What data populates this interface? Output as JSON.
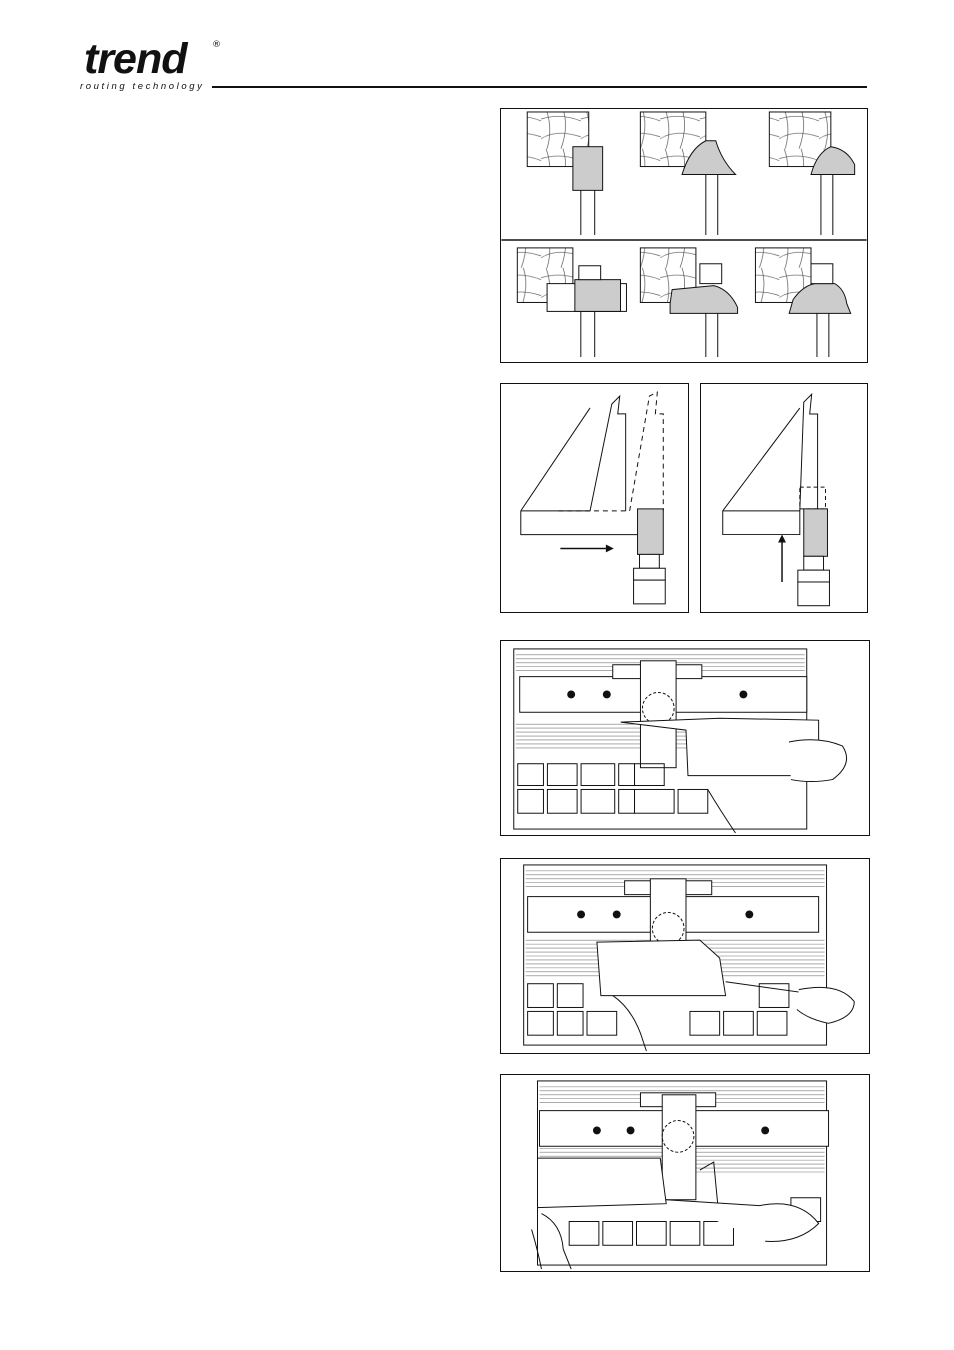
{
  "header": {
    "brand": "trend",
    "registered_mark": "®",
    "tagline": "routing technology"
  },
  "figures": [
    {
      "id": "cutter-profiles",
      "icon": "router-cutter-profile-illustrations"
    },
    {
      "id": "fence-setup-left",
      "icon": "fence-offset-diagram-horizontal-feed"
    },
    {
      "id": "fence-setup-right",
      "icon": "fence-offset-diagram-vertical-feed"
    },
    {
      "id": "table-feed-1",
      "icon": "router-table-workpiece-feed"
    },
    {
      "id": "table-feed-2",
      "icon": "router-table-workpiece-feed"
    },
    {
      "id": "table-feed-3",
      "icon": "router-table-workpiece-feed"
    }
  ]
}
